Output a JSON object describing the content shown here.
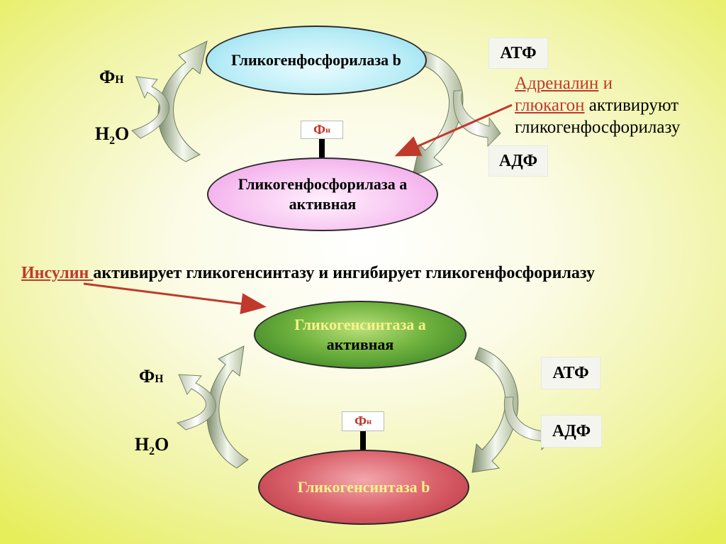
{
  "top": {
    "phosphorylase_b": "Гликогенфосфорилаза b",
    "phosphorylase_a_line1": "Гликогенфосфорилаза а",
    "phosphorylase_a_line2": "активная",
    "phosphate_tag_main": "Ф",
    "phosphate_tag_sub": "н",
    "left_fn_main": "Ф",
    "left_fn_sub": "Н",
    "left_water_main": "Н",
    "left_water_sub": "2",
    "left_water_end": "О",
    "atp": "АТФ",
    "adp": "АДФ",
    "hormone_1": "Адреналин",
    "and_word": " и",
    "hormone_2": "глюкагон",
    "activate_word": " активируют",
    "target": "гликогенфосфорилазу"
  },
  "middle": {
    "insulin": "Инсулин ",
    "sentence": "активирует гликогенсинтазу и ингибирует гликогенфосфорилазу"
  },
  "bottom": {
    "synthase_a_line1": "Гликогенсинтаза а",
    "synthase_a_line2": "активная",
    "synthase_b": "Гликогенсинтаза b",
    "phosphate_tag_main": "Ф",
    "phosphate_tag_sub": "н",
    "left_fn_main": "Ф",
    "left_fn_sub": "Н",
    "left_water_main": "Н",
    "left_water_sub": "2",
    "left_water_end": "О",
    "atp": "АТФ",
    "adp": "АДФ"
  },
  "colors": {
    "accent_red": "#c0392b",
    "top_ellipse": "#9fe3f0",
    "pink_ellipse": "#f4a9ec",
    "green_ellipse": "#3f8f2f",
    "red_ellipse": "#c94050"
  }
}
